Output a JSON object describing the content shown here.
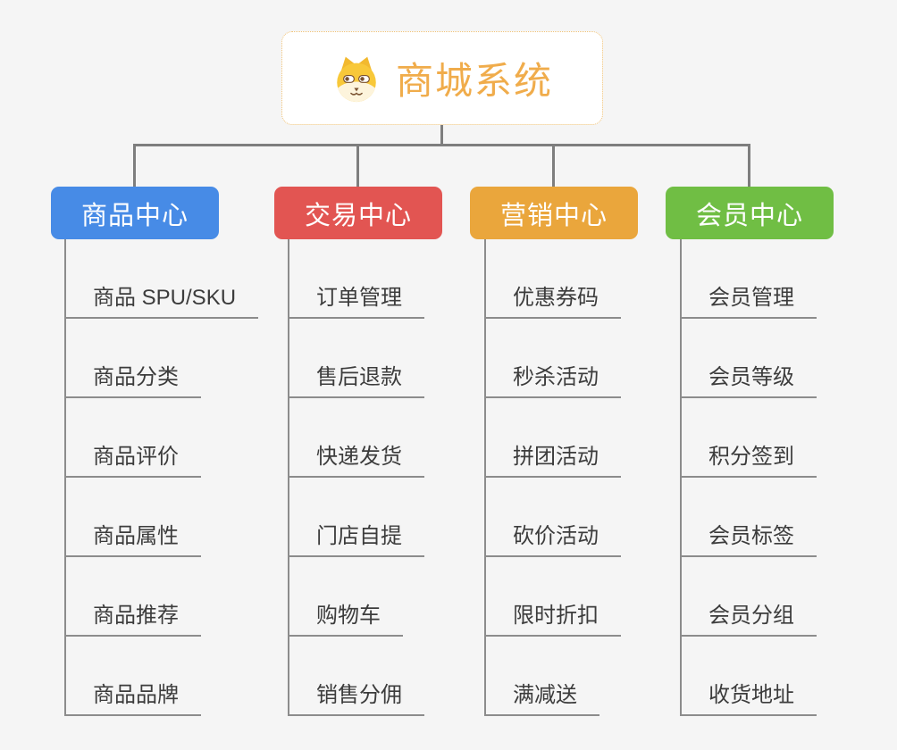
{
  "root": {
    "title": "商城系统",
    "icon": "dog-icon",
    "title_color": "#F0AC4B",
    "border_color": "#EFC176",
    "background": "#FFFFFF"
  },
  "branches": [
    {
      "label": "商品中心",
      "color": "#478BE6",
      "items": [
        "商品 SPU/SKU",
        "商品分类",
        "商品评价",
        "商品属性",
        "商品推荐",
        "商品品牌"
      ]
    },
    {
      "label": "交易中心",
      "color": "#E25552",
      "items": [
        "订单管理",
        "售后退款",
        "快递发货",
        "门店自提",
        "购物车",
        "销售分佣"
      ]
    },
    {
      "label": "营销中心",
      "color": "#EAA63C",
      "items": [
        "优惠券码",
        "秒杀活动",
        "拼团活动",
        "砍价活动",
        "限时折扣",
        "满减送"
      ]
    },
    {
      "label": "会员中心",
      "color": "#70BE44",
      "items": [
        "会员管理",
        "会员等级",
        "积分签到",
        "会员标签",
        "会员分组",
        "收货地址"
      ]
    }
  ],
  "colors": {
    "canvas_background": "#F5F5F5",
    "connector": "#7E7E7E",
    "leaf_line": "#8C8C8C",
    "leaf_text": "#3C3C3C",
    "branch_text": "#FFFFFF"
  }
}
